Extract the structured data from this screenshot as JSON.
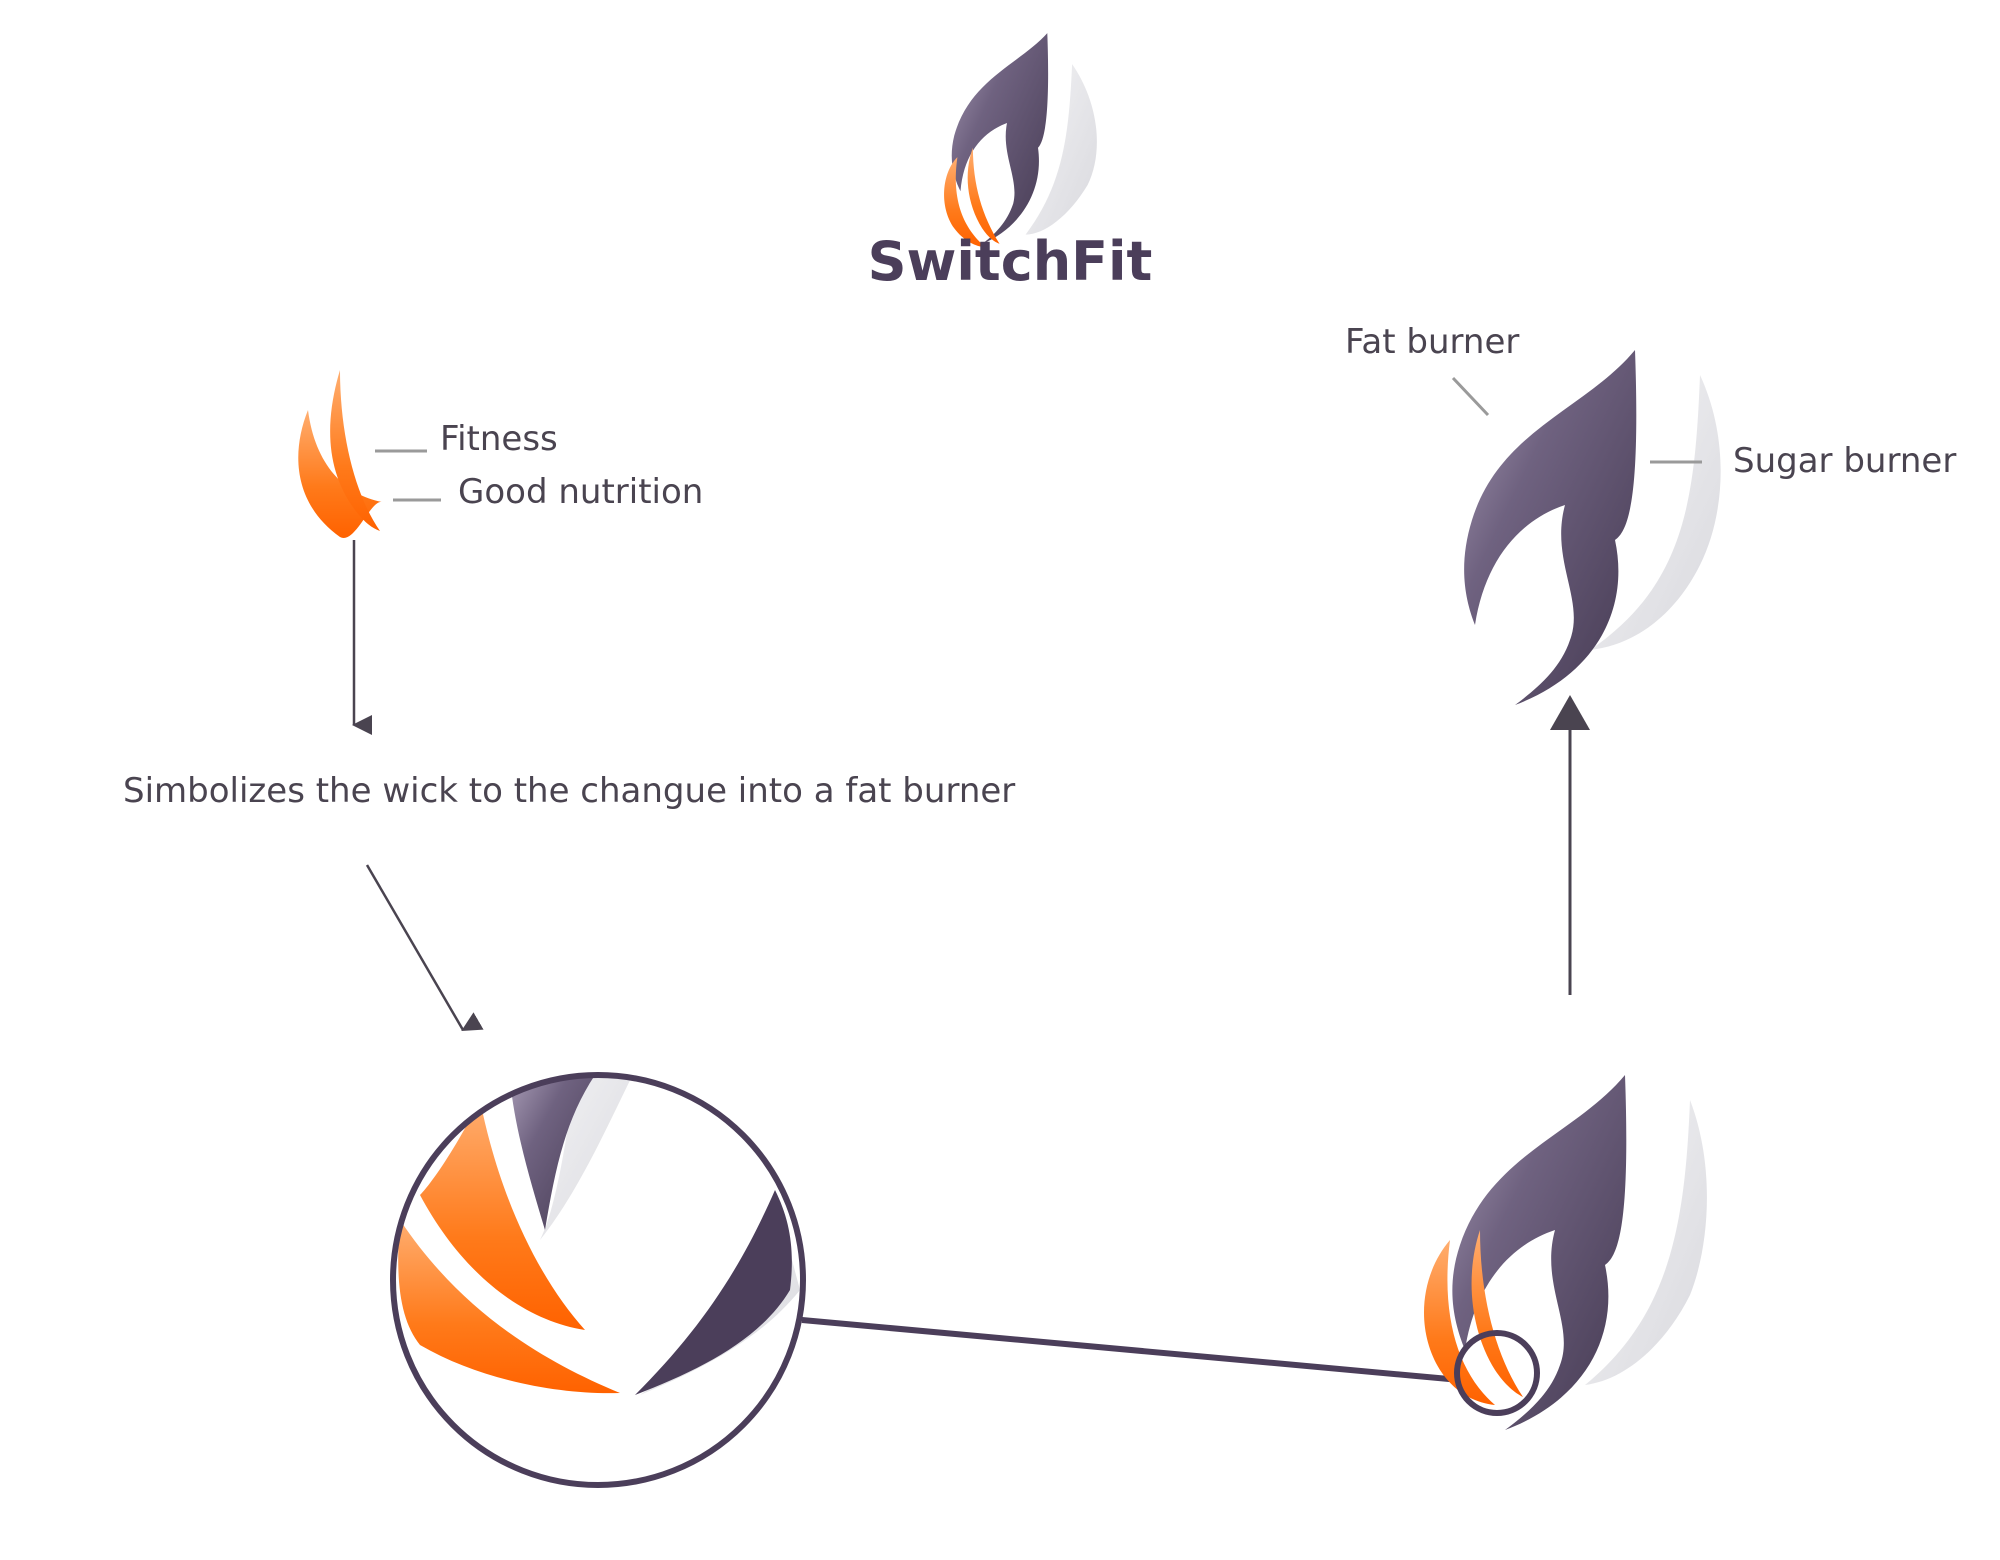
{
  "brand": {
    "name": "SwitchFit"
  },
  "wick_legend": {
    "fitness": "Fitness",
    "good_nutrition": "Good nutrition"
  },
  "caption": "Simbolizes the wick to the changue into a fat burner",
  "flame_legend": {
    "fat_burner": "Fat burner",
    "sugar_burner": "Sugar burner"
  },
  "colors": {
    "purple": "#4b3e5a",
    "purple_light": "#8a7d98",
    "orange": "#ff6a00",
    "orange_light": "#ffa45c",
    "shadow_grey": "#e7e7ea",
    "line": "#4a4450",
    "leader_grey": "#9a9a9a"
  },
  "icons": [
    "flame-logo-icon",
    "wick-icon",
    "flame-icon",
    "magnifier-icon"
  ]
}
